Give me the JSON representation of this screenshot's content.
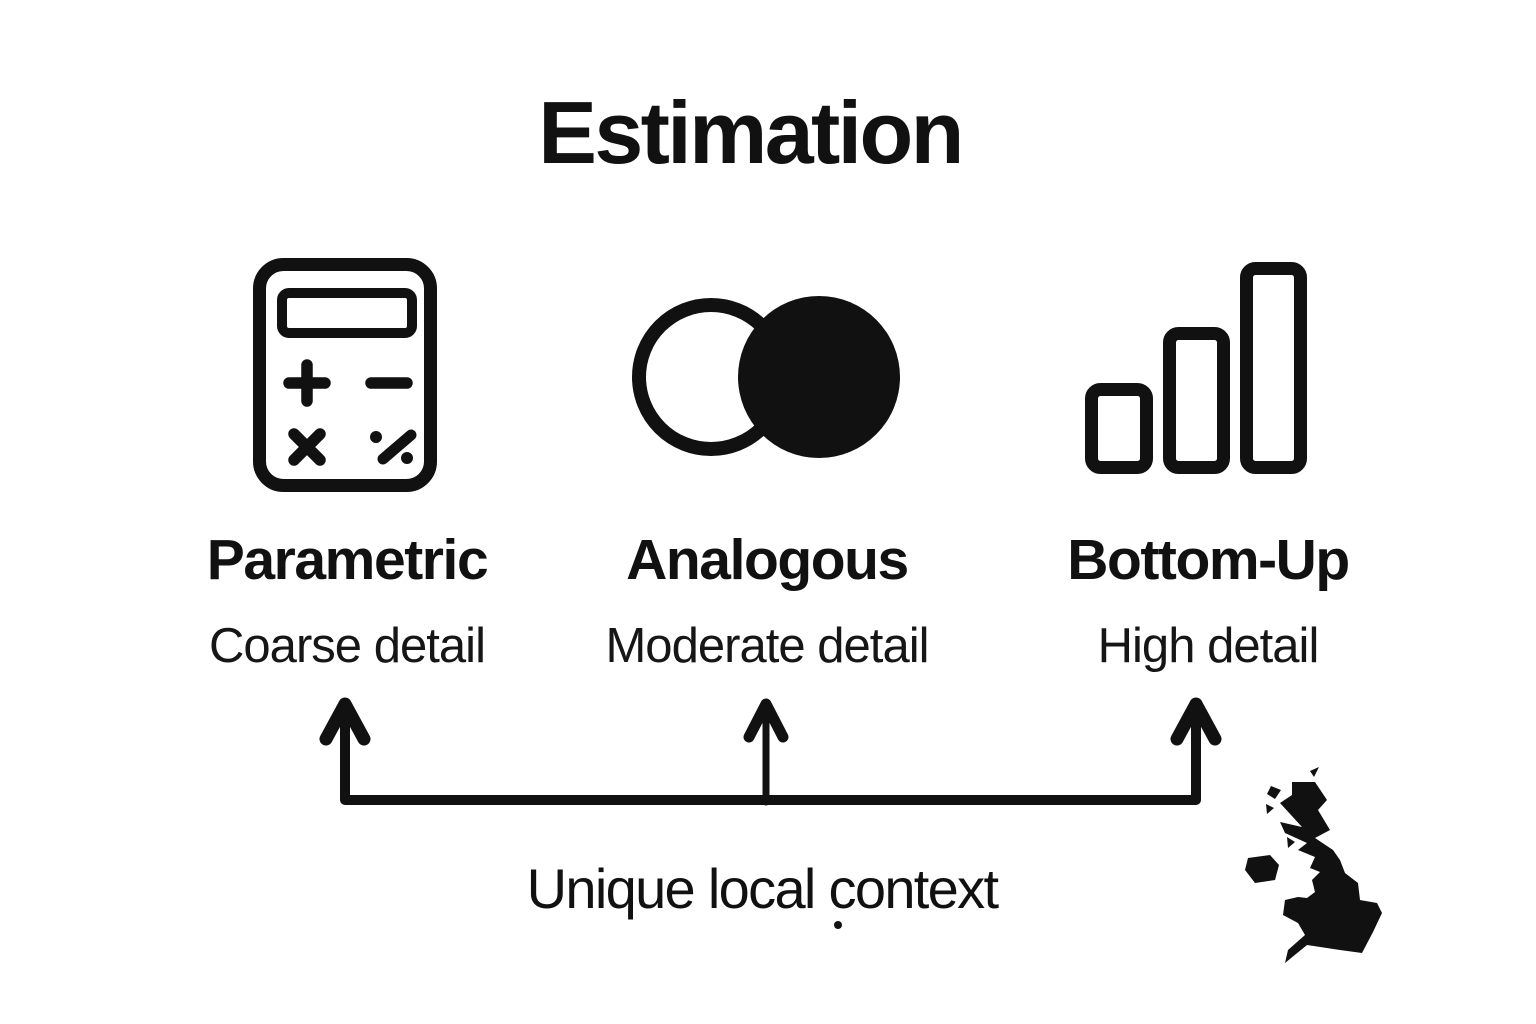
{
  "background_color": "#ffffff",
  "ink_color": "#111111",
  "title": "Estimation",
  "methods": [
    {
      "name": "Parametric",
      "detail": "Coarse detail",
      "icon": "calculator-icon"
    },
    {
      "name": "Analogous",
      "detail": "Moderate detail",
      "icon": "overlapping-circles-icon"
    },
    {
      "name": "Bottom-Up",
      "detail": "High detail",
      "icon": "ascending-bar-chart-icon"
    }
  ],
  "bracket": {
    "label": "Unique local context",
    "arrow_count": 3
  },
  "map_icon": "united-kingdom-map-silhouette"
}
